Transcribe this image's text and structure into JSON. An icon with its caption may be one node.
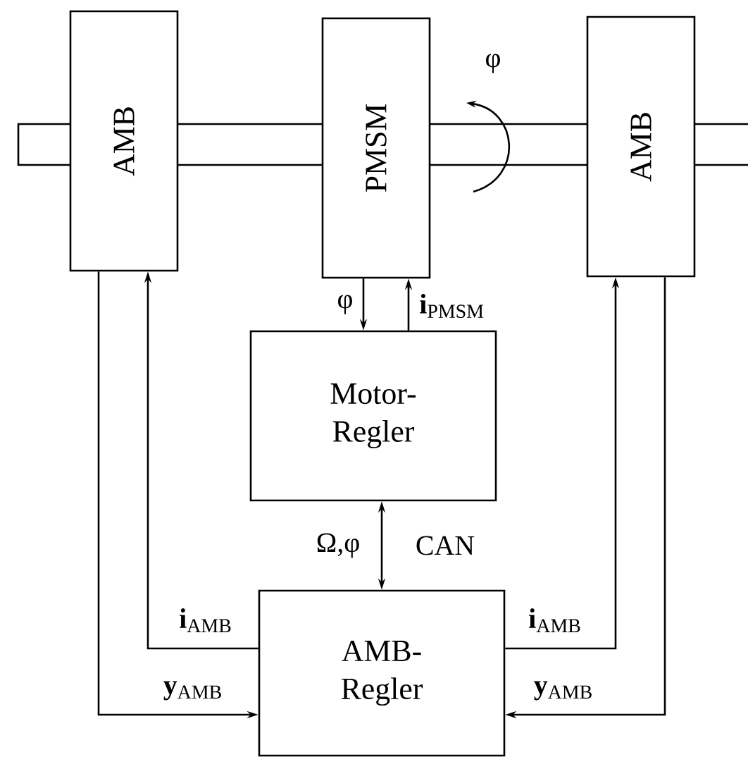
{
  "diagram": {
    "nodes": [
      {
        "text": [
          "AMB"
        ]
      },
      {
        "text": [
          "PMSM"
        ]
      },
      {
        "text": [
          "AMB"
        ]
      },
      {
        "text": [
          "Motor-Regler"
        ]
      },
      {
        "text": [
          "AMB-Regler"
        ]
      }
    ],
    "edges": [
      {
        "from": 1,
        "to": 3,
        "arrow": "to",
        "label": "φ"
      },
      {
        "from": 3,
        "to": 1,
        "arrow": "to",
        "label": "**i**$_{PMSM}$"
      },
      {
        "from": 3,
        "to": 4,
        "arrow": "both",
        "label": "Ω,φ"
      },
      {
        "from": 4,
        "to": 0,
        "arrow": "to",
        "label": "**i**$_{AMB}$"
      },
      {
        "from": 0,
        "to": 4,
        "arrow": "to",
        "label": "**y**$_{AMB}$"
      },
      {
        "from": 4,
        "to": 2,
        "arrow": "to",
        "label": "**i**$_{AMB}$"
      },
      {
        "from": 2,
        "to": 4,
        "arrow": "to",
        "label": "**y**$_{AMB}$"
      }
    ],
    "labels": [
      "φ",
      "CAN"
    ]
  }
}
